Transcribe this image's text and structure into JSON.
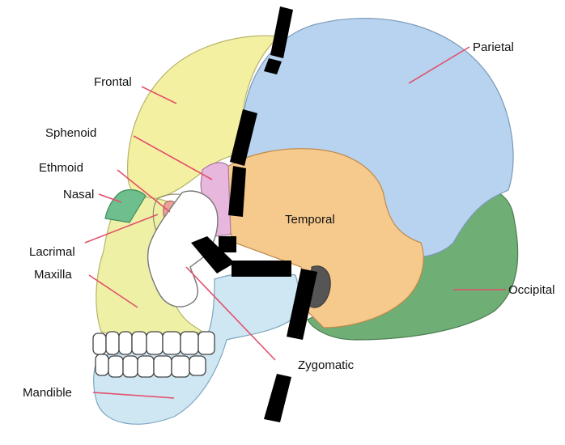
{
  "labels": {
    "frontal": "Frontal",
    "parietal": "Parietal",
    "sphenoid": "Sphenoid",
    "ethmoid": "Ethmoid",
    "nasal": "Nasal",
    "lacrimal": "Lacrimal",
    "maxilla": "Maxilla",
    "temporal": "Temporal",
    "occipital": "Occipital",
    "zygomatic": "Zygomatic",
    "mandible": "Mandible"
  },
  "colors": {
    "frontal": "#f4f0a2",
    "parietal": "#b7d3ef",
    "sphenoid": "#e7b7de",
    "ethmoid": "#e9a39a",
    "nasal": "#6fbf8e",
    "maxilla": "#eef0a6",
    "temporal": "#f6c98c",
    "occipital": "#6fae74",
    "zygomatic": "#ffffff",
    "mandible": "#cfe6f3",
    "leader_line": "#e2506b",
    "redaction_bar": "#000000"
  }
}
